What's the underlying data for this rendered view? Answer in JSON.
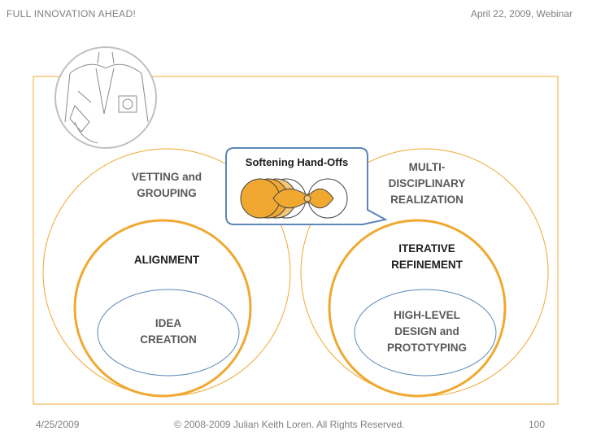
{
  "header": {
    "title": "FULL  INNOVATION  AHEAD!",
    "event": "April 22, 2009, Webinar"
  },
  "footer": {
    "date": "4/25/2009",
    "copyright": "© 2008-2009 Julian Keith Loren. All Rights Reserved.",
    "page_number": "100"
  },
  "diagram": {
    "left_outer_label": "VETTING and\nGROUPING",
    "left_mid_label": "ALIGNMENT",
    "left_inner_label": "IDEA\nCREATION",
    "right_outer_label": "MULTI-\nDISCIPLINARY\nREALIZATION",
    "right_mid_label": "ITERATIVE\nREFINEMENT",
    "right_inner_label": "HIGH-LEVEL\nDESIGN and\nPROTOTYPING",
    "callout_title": "Softening Hand-Offs"
  },
  "colors": {
    "orange": "#f0a830",
    "light_orange": "#f5c878",
    "blue": "#5b86b8",
    "text_gray": "#595959"
  },
  "icons": [
    "mechanic-sketch-icon",
    "handoff-circles-icon"
  ]
}
